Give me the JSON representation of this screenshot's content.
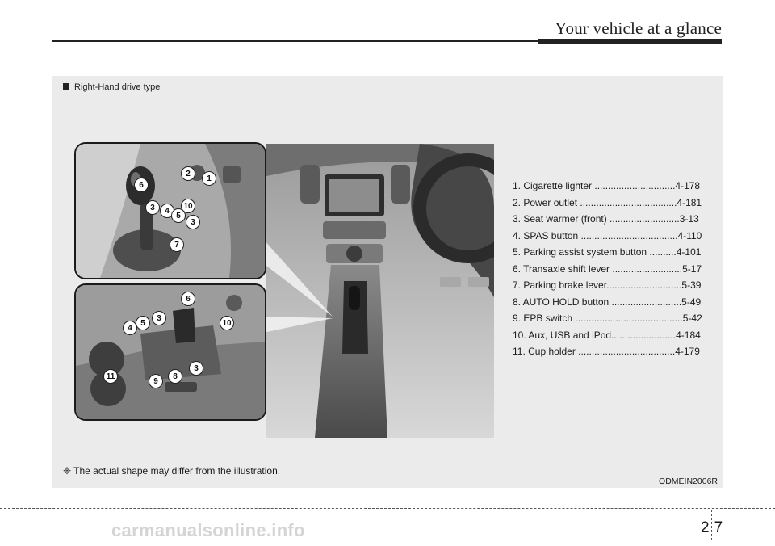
{
  "header": {
    "title": "Your vehicle at a glance"
  },
  "panel": {
    "type_label": "Right-Hand drive type",
    "items": [
      "1. Cigarette lighter ..............................4-178",
      "2. Power outlet ....................................4-181",
      "3. Seat warmer (front) ..........................3-13",
      "4. SPAS button ....................................4-110",
      "5. Parking assist system button ..........4-101",
      "6. Transaxle shift lever ..........................5-17",
      "7. Parking brake lever............................5-39",
      "8. AUTO HOLD button ..........................5-49",
      "9. EPB switch ........................................5-42",
      "10. Aux, USB and iPod........................4-184",
      "11. Cup holder ....................................4-179"
    ],
    "footnote": "❈ The actual shape may differ from the illustration.",
    "image_code": "ODMEIN2006R"
  },
  "callouts_top": [
    "6",
    "2",
    "1",
    "3",
    "4",
    "5",
    "10",
    "3",
    "7"
  ],
  "callouts_bottom": [
    "6",
    "3",
    "5",
    "4",
    "10",
    "11",
    "9",
    "8",
    "3"
  ],
  "page": {
    "chapter": "2",
    "number": "7"
  },
  "watermark": "carmanualsonline.info"
}
